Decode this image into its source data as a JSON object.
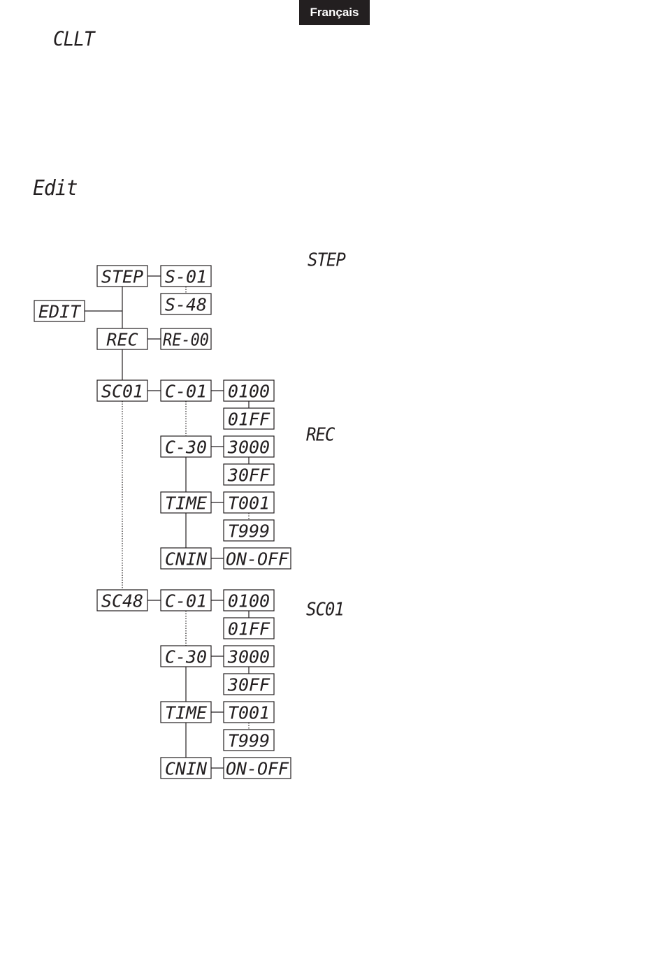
{
  "header": {
    "language": "Français"
  },
  "sections": {
    "cllt": "CLLT",
    "edit": "Edit"
  },
  "side_labels": {
    "step": "STEP",
    "rec": "REC",
    "sc01": "SC01"
  },
  "tree": {
    "edit": "EDIT",
    "step": "STEP",
    "s01": "S-01",
    "s48": "S-48",
    "rec": "REC",
    "re00": "RE-00",
    "sc01": "SC01",
    "sc48": "SC48",
    "c01": "C-01",
    "c30": "C-30",
    "time": "TIME",
    "cnin": "CNIN",
    "v0100": "0100",
    "v01ff": "01FF",
    "v3000": "3000",
    "v30ff": "30FF",
    "t001": "T001",
    "t999": "T999",
    "onoff": "ON-OFF"
  }
}
